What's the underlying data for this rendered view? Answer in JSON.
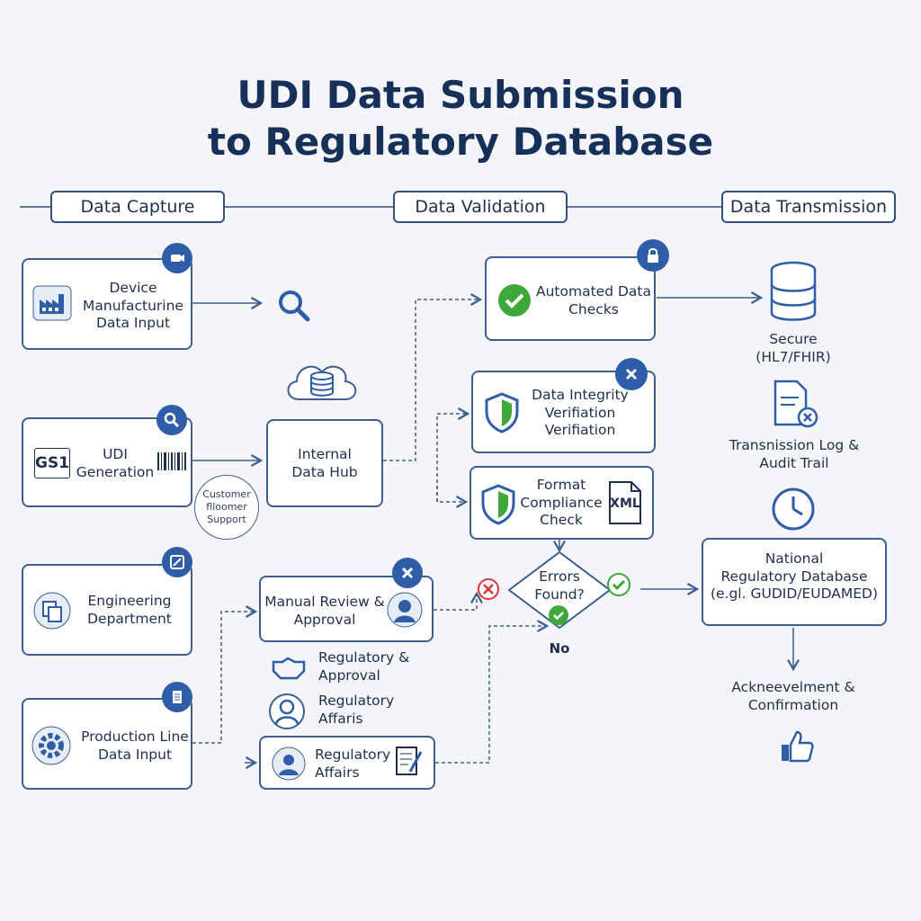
{
  "title": {
    "line1": "UDI Data Submission",
    "line2": "to Regulatory Database"
  },
  "sections": {
    "capture": "Data Capture",
    "validation": "Data Validation",
    "transmission": "Data Transmission"
  },
  "nodes": {
    "device_input": [
      "Device",
      "Manufacturine",
      "Data Input"
    ],
    "udi_generation": [
      "UDI",
      "Generation"
    ],
    "gs1_logo": "GS1",
    "customer_support": [
      "Customer",
      "flloomer",
      "Support"
    ],
    "engineering": [
      "Engineering",
      "Department"
    ],
    "production": [
      "Production Line",
      "Data Input"
    ],
    "internal_hub": [
      "Internal",
      "Data Hub"
    ],
    "manual_review": [
      "Manual Review &",
      "Approval"
    ],
    "regulatory_approval": [
      "Regulatory &",
      "Approval"
    ],
    "regulatory_affairs_1": [
      "Regulatory",
      "Affaris"
    ],
    "regulatory_affairs_2": [
      "Regulatory",
      "Affairs"
    ],
    "automated_checks": [
      "Automated Data",
      "Checks"
    ],
    "data_integrity": [
      "Data Integrity",
      "Verifiation",
      "Verifiation"
    ],
    "format_compliance": [
      "Format",
      "Compliance",
      "Check"
    ],
    "xml_label": "XML",
    "errors_found": [
      "Errors",
      "Found?"
    ],
    "no_label": "No",
    "secure": [
      "Secure",
      "(HL7/FHIR)"
    ],
    "transmission_log": [
      "Transnission Log &",
      "Audit Trail"
    ],
    "national_db": [
      "National",
      "Regulatory Database",
      "(e.gl. GUDID/EUDAMED)"
    ],
    "acknowledgement": [
      "Acknеevelment &",
      "Confirmation"
    ]
  },
  "colors": {
    "accent": "#2f5da8",
    "navy": "#17305a",
    "border": "#3d5f90",
    "green": "#3fa83a",
    "red": "#d9343a",
    "background": "#f3f5f8"
  }
}
